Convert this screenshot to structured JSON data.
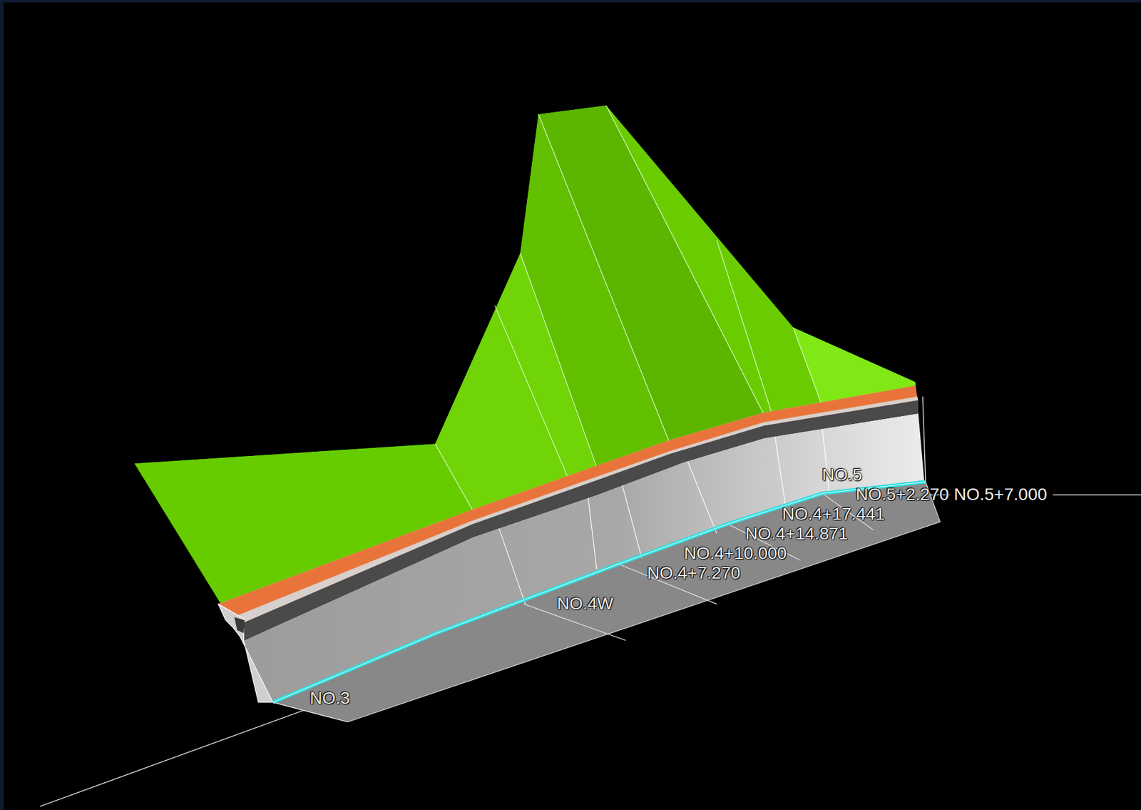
{
  "diagram": {
    "labels": [
      "NO.3",
      "NO.4W",
      "NO.4+7.270",
      "NO.4+10.000",
      "NO.4+14.871",
      "NO.4+17.441",
      "NO.5",
      "NO.5+2.270",
      "NO.5+7.000"
    ]
  }
}
